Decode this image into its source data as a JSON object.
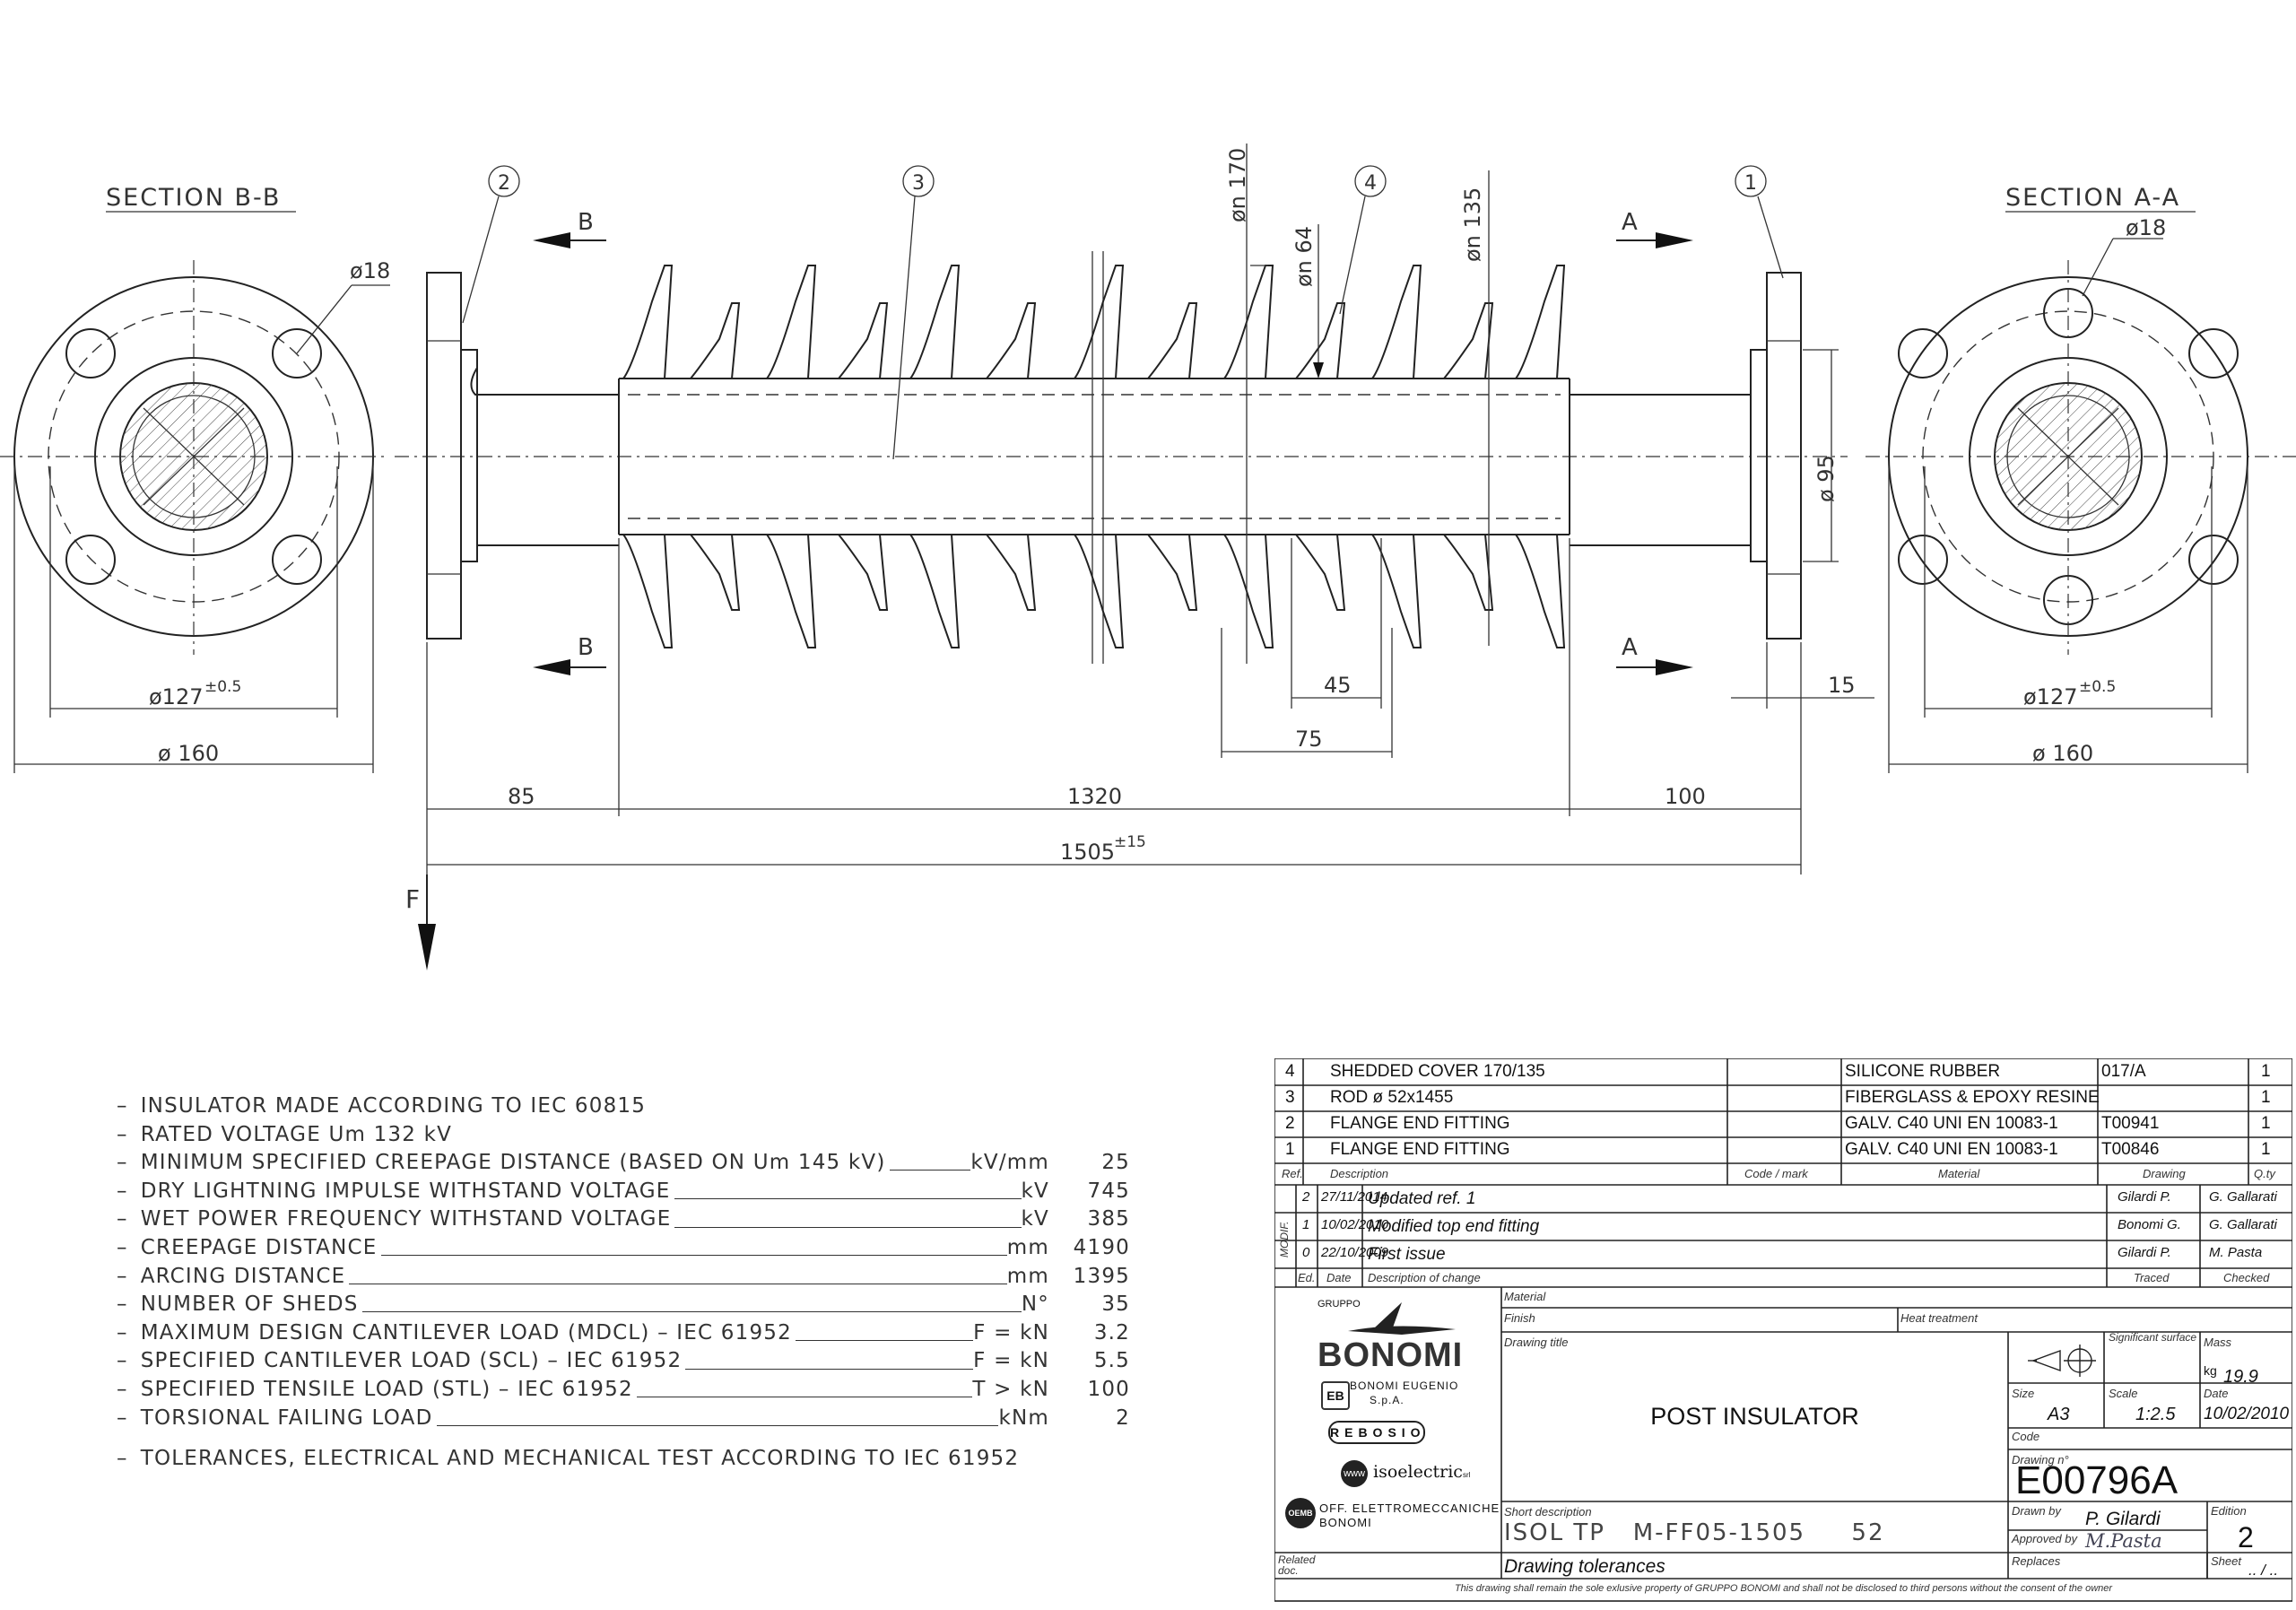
{
  "drawing": {
    "section_bb": "SECTION B-B",
    "section_aa": "SECTION A-A",
    "balloons": [
      "1",
      "2",
      "3",
      "4"
    ],
    "section_marks": {
      "b": "B",
      "a": "A"
    },
    "force_label": "F",
    "dims": {
      "hole_left": "ø18",
      "hole_right": "ø18",
      "pcd_left": "ø127",
      "pcd_right": "ø127",
      "pcd_tol": "±0.5",
      "od_left": "ø 160",
      "od_right": "ø 160",
      "shed_large": "øn 170",
      "shed_core": "øn 64",
      "shed_small": "øn 135",
      "flange_dia": "ø 95",
      "pitch_small": "45",
      "pitch_large": "75",
      "flange_thk": "15",
      "end_left": "85",
      "middle": "1320",
      "end_right": "100",
      "overall": "1505",
      "overall_tol": "±15"
    }
  },
  "notes": [
    {
      "text": "INSULATOR MADE ACCORDING TO IEC 60815",
      "unit": "",
      "value": ""
    },
    {
      "text": "RATED VOLTAGE Um 132 kV",
      "unit": "",
      "value": ""
    },
    {
      "text": "MINIMUM SPECIFIED CREEPAGE DISTANCE (BASED ON Um 145 kV)",
      "unit": "kV/mm",
      "value": "25"
    },
    {
      "text": "DRY LIGHTNING IMPULSE WITHSTAND VOLTAGE",
      "unit": "kV",
      "value": "745"
    },
    {
      "text": "WET POWER FREQUENCY WITHSTAND VOLTAGE",
      "unit": "kV",
      "value": "385"
    },
    {
      "text": "CREEPAGE DISTANCE",
      "unit": "mm",
      "value": "4190"
    },
    {
      "text": "ARCING DISTANCE",
      "unit": "mm",
      "value": "1395"
    },
    {
      "text": "NUMBER OF SHEDS",
      "unit": "N°",
      "value": "35"
    },
    {
      "text": "MAXIMUM DESIGN CANTILEVER LOAD (MDCL) – IEC 61952",
      "unit": "F = kN",
      "value": "3.2"
    },
    {
      "text": "SPECIFIED CANTILEVER LOAD (SCL) – IEC 61952",
      "unit": "F = kN",
      "value": "5.5"
    },
    {
      "text": "SPECIFIED TENSILE LOAD (STL) – IEC 61952",
      "unit": "T > kN",
      "value": "100"
    },
    {
      "text": "TORSIONAL FAILING LOAD",
      "unit": "kNm",
      "value": "2"
    },
    {
      "text": "TOLERANCES, ELECTRICAL AND MECHANICAL TEST ACCORDING TO IEC 61952",
      "unit": "",
      "value": ""
    }
  ],
  "bom": {
    "header": {
      "ref": "Ref.",
      "description": "Description",
      "code": "Code / mark",
      "material": "Material",
      "drawing": "Drawing",
      "qty": "Q.ty"
    },
    "rows": [
      {
        "ref": "4",
        "description": "SHEDDED COVER 170/135",
        "code": "",
        "material": "SILICONE RUBBER",
        "drawing": "017/A",
        "qty": "1"
      },
      {
        "ref": "3",
        "description": "ROD ø 52x1455",
        "code": "",
        "material": "FIBERGLASS & EPOXY RESINE",
        "drawing": "",
        "qty": "1"
      },
      {
        "ref": "2",
        "description": "FLANGE END FITTING",
        "code": "",
        "material": "GALV. C40 UNI EN 10083-1",
        "drawing": "T00941",
        "qty": "1"
      },
      {
        "ref": "1",
        "description": "FLANGE END FITTING",
        "code": "",
        "material": "GALV. C40 UNI EN 10083-1",
        "drawing": "T00846",
        "qty": "1"
      }
    ]
  },
  "revisions": {
    "modif_label": "MODIF.",
    "header": {
      "ed": "Ed.",
      "date": "Date",
      "desc": "Description of change",
      "traced": "Traced",
      "checked": "Checked"
    },
    "rows": [
      {
        "ed": "2",
        "date": "27/11/2014",
        "desc": "Updated ref. 1",
        "traced": "Gilardi P.",
        "checked": "G. Gallarati"
      },
      {
        "ed": "1",
        "date": "10/02/2010",
        "desc": "Modified top end fitting",
        "traced": "Bonomi G.",
        "checked": "G. Gallarati"
      },
      {
        "ed": "0",
        "date": "22/10/2009",
        "desc": "First issue",
        "traced": "Gilardi P.",
        "checked": "M. Pasta"
      }
    ]
  },
  "titleblock": {
    "labels": {
      "material": "Material",
      "finish": "Finish",
      "heat_treatment": "Heat treatment",
      "drawing_title": "Drawing title",
      "significant_surface": "Significant surface",
      "mass": "Mass",
      "size": "Size",
      "scale": "Scale",
      "date": "Date",
      "code": "Code",
      "drawing_no": "Drawing n°",
      "short_description": "Short description",
      "drawn_by": "Drawn by",
      "approved_by": "Approved by",
      "edition": "Edition",
      "related_doc": "Related doc.",
      "replaces": "Replaces",
      "sheet": "Sheet"
    },
    "mass_unit": "kg",
    "mass": "19.9",
    "size": "A3",
    "scale": "1:2.5",
    "date": "10/02/2010",
    "title": "POST INSULATOR",
    "drawing_number": "E00796A",
    "short_description": "ISOL TP   M-FF05-1505     52",
    "drawn_by": "P. Gilardi",
    "approved_by": "M.Pasta",
    "edition": "2",
    "sheet": ".. / ..",
    "tolerances": "Drawing tolerances",
    "footer": "This drawing shall remain the sole exlusive property of GRUPPO BONOMI and shall not be disclosed to third persons without the consent of the owner"
  },
  "logos": {
    "gruppo": "GRUPPO",
    "bonomi": "BONOMI",
    "eb": "EB",
    "bonomi_eugenio": "BONOMI EUGENIO",
    "spa": "S.p.A.",
    "rebosio": "REBOSIO",
    "isoelectric": "isoelectric",
    "srl": "srl",
    "oemb": "OEMB",
    "off_elettro": "OFF. ELETTROMECCANICHE",
    "off_bonomi": "BONOMI"
  }
}
